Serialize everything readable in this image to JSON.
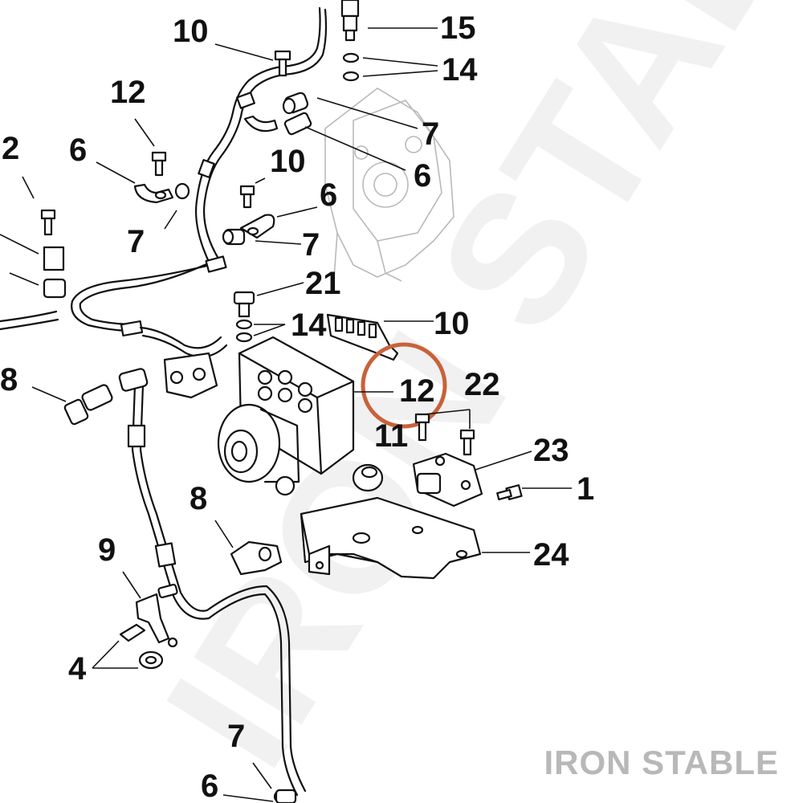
{
  "watermark": {
    "diagonal_text": "IRON STABLE",
    "corner_text": "IRON STABLE"
  },
  "highlight": {
    "color": "#c8623a",
    "target_callout": "12"
  },
  "callouts": [
    {
      "id": "c15",
      "text": "15"
    },
    {
      "id": "c10a",
      "text": "10"
    },
    {
      "id": "c14a",
      "text": "14"
    },
    {
      "id": "c12a",
      "text": "12"
    },
    {
      "id": "c7a",
      "text": "7"
    },
    {
      "id": "c2",
      "text": "2"
    },
    {
      "id": "c6a",
      "text": "6"
    },
    {
      "id": "c6b",
      "text": "6"
    },
    {
      "id": "c10b",
      "text": "10"
    },
    {
      "id": "c6c",
      "text": "6"
    },
    {
      "id": "c7b",
      "text": "7"
    },
    {
      "id": "c7c",
      "text": "7"
    },
    {
      "id": "c21",
      "text": "21"
    },
    {
      "id": "c14b",
      "text": "14"
    },
    {
      "id": "c10c",
      "text": "10"
    },
    {
      "id": "c12b",
      "text": "12"
    },
    {
      "id": "c22",
      "text": "22"
    },
    {
      "id": "c8a",
      "text": "8"
    },
    {
      "id": "c11",
      "text": "11"
    },
    {
      "id": "c23",
      "text": "23"
    },
    {
      "id": "c1",
      "text": "1"
    },
    {
      "id": "c8b",
      "text": "8"
    },
    {
      "id": "c9",
      "text": "9"
    },
    {
      "id": "c24",
      "text": "24"
    },
    {
      "id": "c4",
      "text": "4"
    },
    {
      "id": "c7d",
      "text": "7"
    },
    {
      "id": "c6d",
      "text": "6"
    }
  ]
}
